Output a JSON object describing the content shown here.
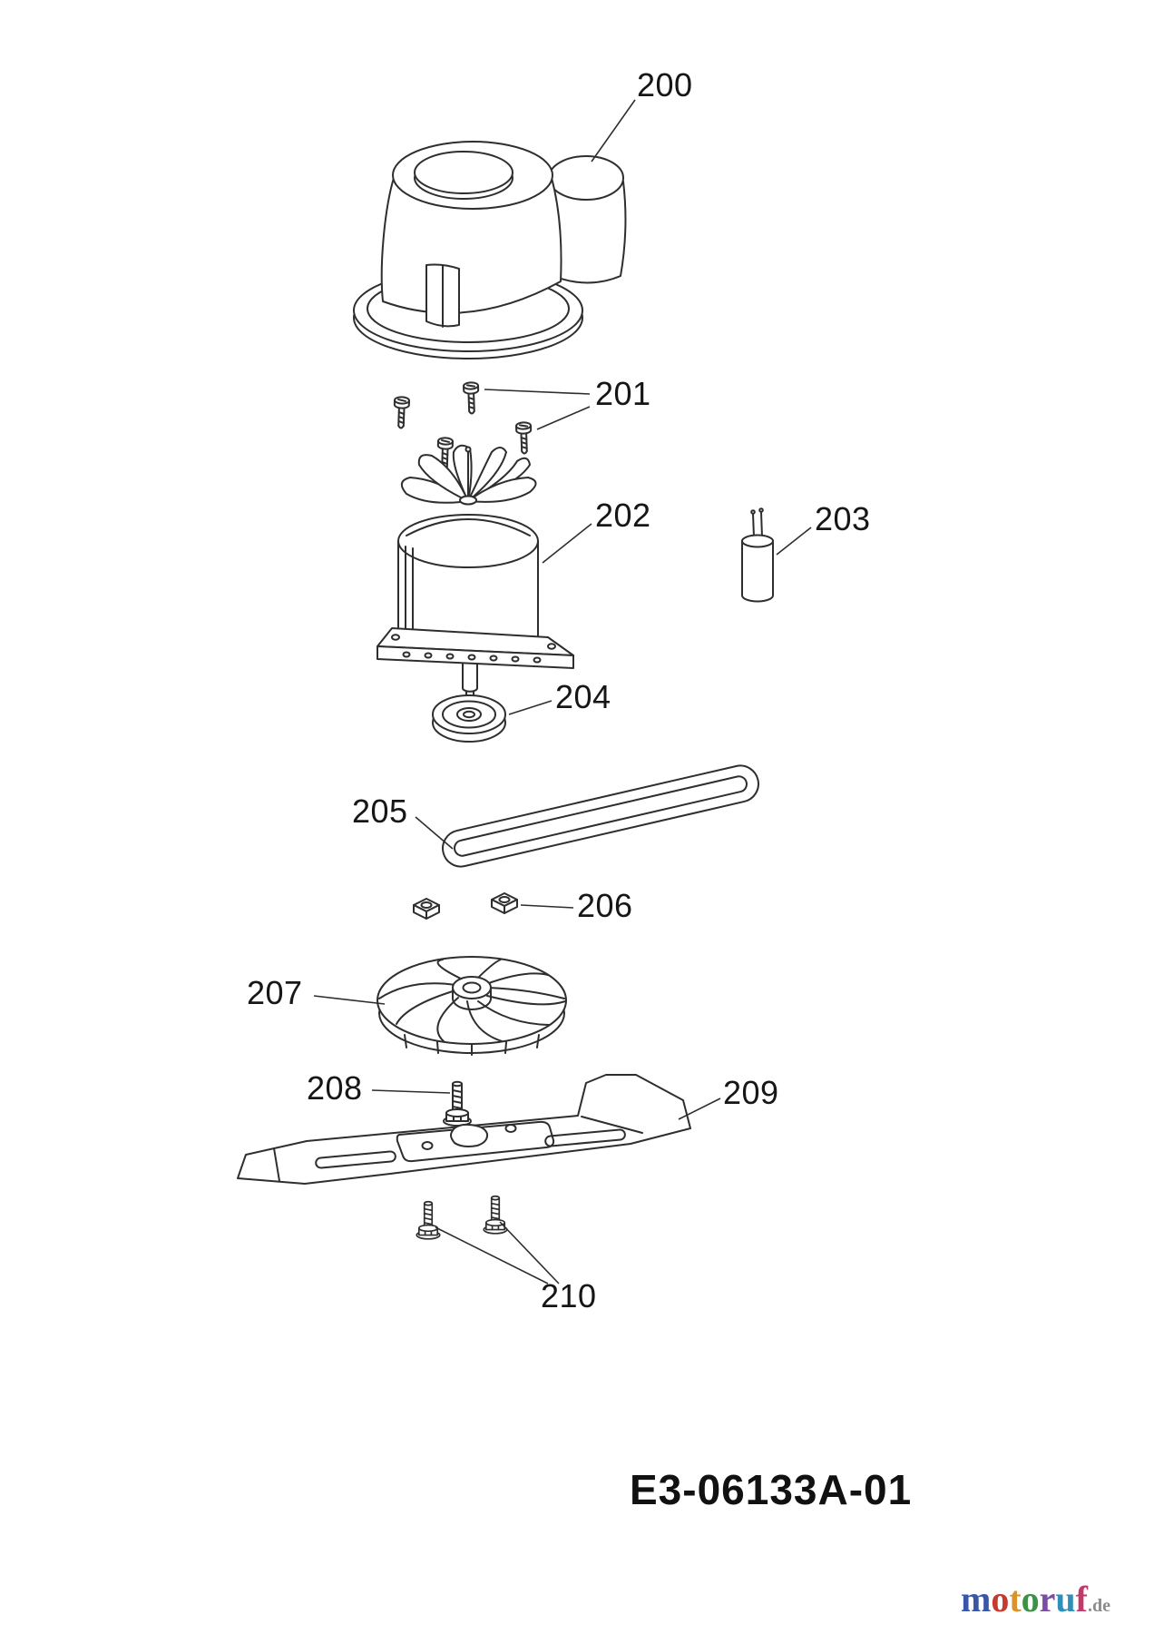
{
  "diagram": {
    "part_labels": [
      "200",
      "201",
      "202",
      "203",
      "204",
      "205",
      "206",
      "207",
      "208",
      "209",
      "210"
    ],
    "drawing_number": "E3-06133A-01",
    "line_color": "#2e2e2e",
    "label_color": "#161616",
    "watermark": {
      "letters": [
        {
          "char": "m",
          "color": "#3a57a7"
        },
        {
          "char": "o",
          "color": "#c43a31"
        },
        {
          "char": "t",
          "color": "#d9952b"
        },
        {
          "char": "o",
          "color": "#3b9244"
        },
        {
          "char": "r",
          "color": "#7b4ea3"
        },
        {
          "char": "u",
          "color": "#2e8fb8"
        },
        {
          "char": "f",
          "color": "#c23a6b"
        }
      ],
      "suffix": ".de",
      "suffix_color": "#8b8b8b"
    }
  }
}
